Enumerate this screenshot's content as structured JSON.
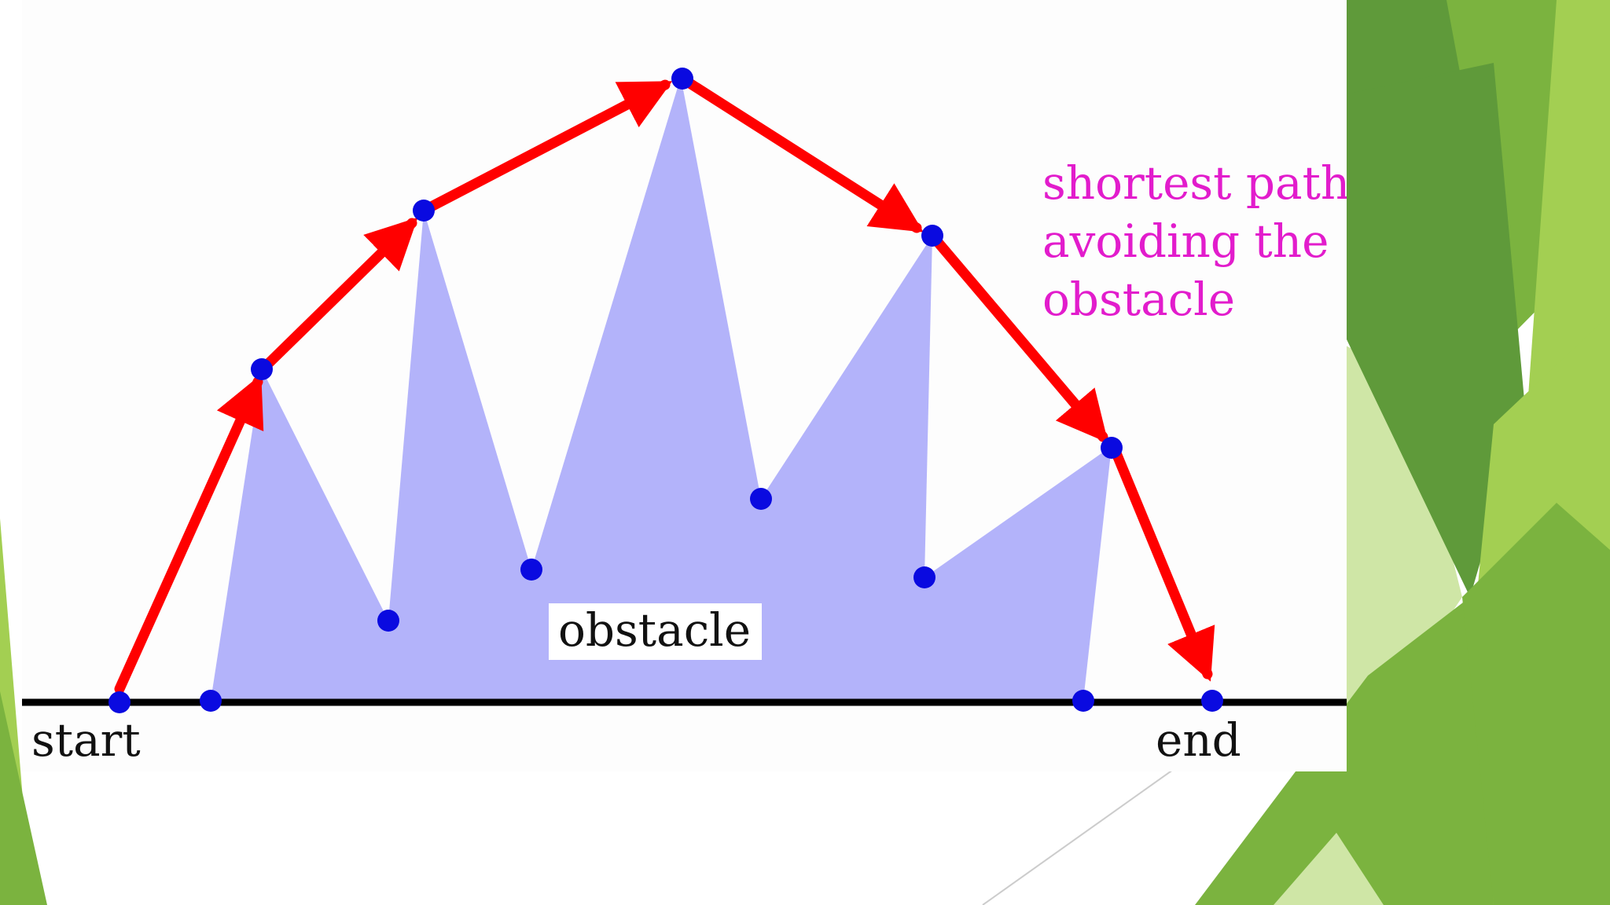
{
  "slide": {
    "theme_colors": {
      "green_dark": "#5f9a3a",
      "green_mid": "#7bb33f",
      "green_light": "#a3cf52",
      "green_pale": "#cfe6a6"
    }
  },
  "diagram": {
    "labels": {
      "start": "start",
      "end": "end",
      "obstacle": "obstacle"
    },
    "caption_lines": [
      "shortest path",
      "avoiding the",
      "obstacle"
    ],
    "colors": {
      "obstacle_fill": "#b3b3fa",
      "vertex": "#0a0ae0",
      "path_arrow": "#ff0000",
      "caption_text": "#e21ccc",
      "ground_line": "#000000"
    }
  }
}
